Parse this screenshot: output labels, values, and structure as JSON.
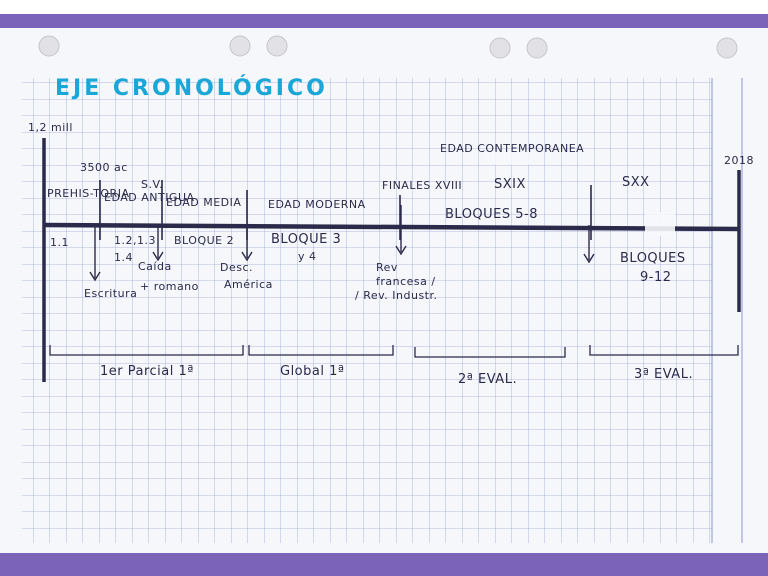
{
  "title": "EJE CRONOLÓGICO",
  "colors": {
    "paper": "#f6f7fb",
    "grid": "#9aa8d6",
    "border": "#7a63b8",
    "ink": "#2b2a4a",
    "title_ink": "#1aa6d6"
  },
  "axis": {
    "start_label": "1,2 mill",
    "end_label": "2018"
  },
  "dates": {
    "d3500": "3500 ac",
    "s5": "S.V.",
    "finales": "FINALES XVIII"
  },
  "periods": {
    "prehistoria": "PREHIS-TORIA",
    "antigua": "EDAD ANTIGUA",
    "media": "EDAD MEDIA",
    "moderna": "EDAD MODERNA",
    "contemporanea": "EDAD CONTEMPORANEA",
    "sxix": "SXIX",
    "sxx": "SXX"
  },
  "units": {
    "u1": "1.1",
    "u2": "1.2,1.3",
    "u3": "1.4",
    "bloque2": "BLOQUE 2",
    "bloque3": "BLOQUE 3",
    "bloque3b": "y 4",
    "bloques58": "BLOQUES 5-8",
    "bloques912a": "BLOQUES",
    "bloques912b": "9-12"
  },
  "events": {
    "escritura": "Escritura",
    "caida1": "Caída",
    "caida2": "+ romano",
    "desc1": "Desc.",
    "desc2": "América",
    "rev1": "Rev",
    "rev2": "francesa /",
    "rev3": "/ Rev. Industr."
  },
  "evaluations": {
    "e1": "1er Parcial 1ª",
    "e2": "Global 1ª",
    "e3": "2ª EVAL.",
    "e4": "3ª EVAL."
  }
}
